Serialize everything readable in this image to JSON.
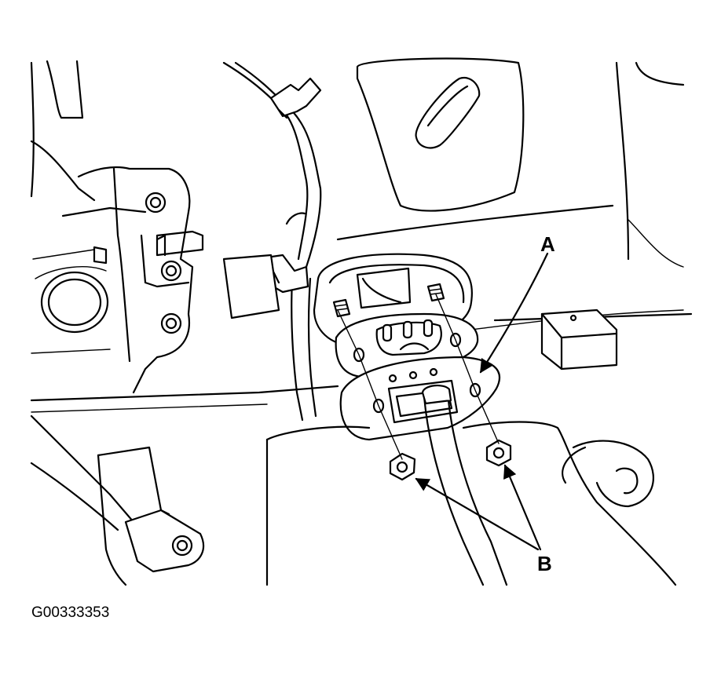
{
  "callouts": {
    "a": "A",
    "b": "B"
  },
  "figure_id": "G00333353",
  "colors": {
    "line": "#000000",
    "background": "#ffffff"
  }
}
